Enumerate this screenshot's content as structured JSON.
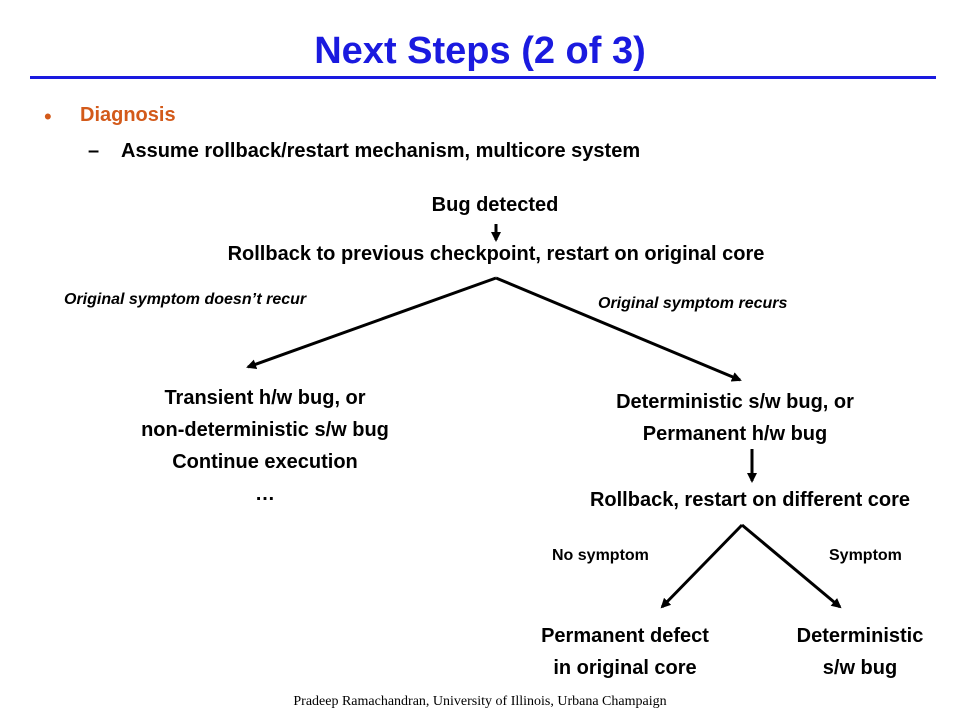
{
  "slide": {
    "title": "Next Steps (2 of 3)",
    "bullet_symbol": "•",
    "bullet": "Diagnosis",
    "sub_dash": "–",
    "sub_bullet": "Assume rollback/restart mechanism, multicore system",
    "footer": "Pradeep Ramachandran, University of Illinois, Urbana Champaign"
  },
  "colors": {
    "title": "#1a1adf",
    "bullet": "#d35a1a",
    "text": "#000000"
  },
  "flow": {
    "bug_detected": "Bug detected",
    "rollback_original": "Rollback to previous checkpoint, restart on original core",
    "label_no_recur": "Original symptom doesn’t recur",
    "label_recur": "Original symptom recurs",
    "transient": {
      "line1": "Transient h/w bug, or",
      "line2": "non-deterministic s/w bug",
      "line3": "Continue execution",
      "line4": "…"
    },
    "deterministic": {
      "line1": "Deterministic s/w bug, or",
      "line2": "Permanent h/w bug"
    },
    "rollback_different": "Rollback, restart on different core",
    "label_no_symptom": "No symptom",
    "label_symptom": "Symptom",
    "permanent_defect": {
      "line1": "Permanent defect",
      "line2": "in original core"
    },
    "deterministic_sw": {
      "line1": "Deterministic",
      "line2": "s/w bug"
    }
  }
}
